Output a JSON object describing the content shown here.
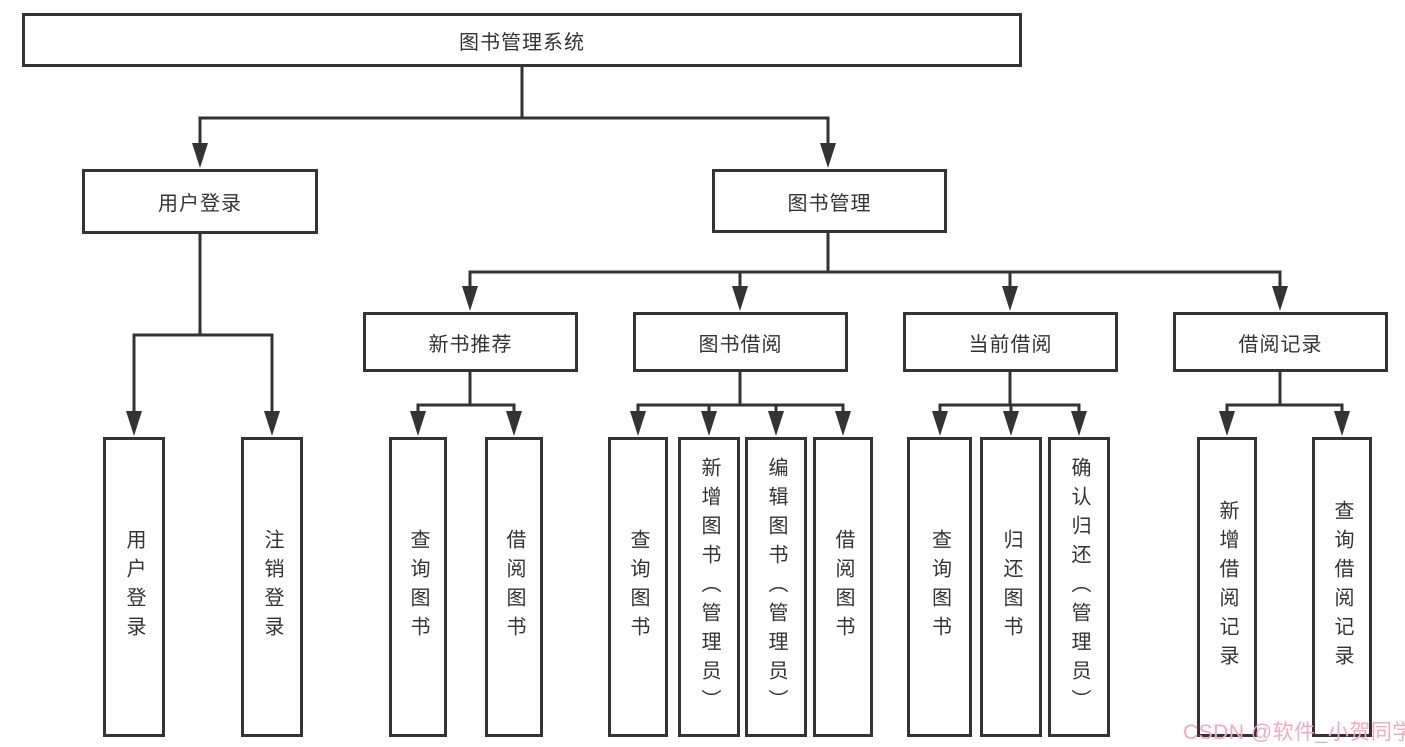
{
  "colors": {
    "line": "#333333",
    "box_border": "#333333",
    "text": "#333333",
    "background": "#ffffff",
    "watermark": "#f7a8bd"
  },
  "watermark": {
    "text": "CSDN @软件_小贺同学"
  },
  "tree": {
    "label": "图书管理系统",
    "children": [
      {
        "label": "用户登录",
        "children": [
          {
            "label": "用户登录"
          },
          {
            "label": "注销登录"
          }
        ]
      },
      {
        "label": "图书管理",
        "children": [
          {
            "label": "新书推荐",
            "children": [
              {
                "label": "查询图书"
              },
              {
                "label": "借阅图书"
              }
            ]
          },
          {
            "label": "图书借阅",
            "children": [
              {
                "label": "查询图书"
              },
              {
                "label": "新增图书（管理员）"
              },
              {
                "label": "编辑图书（管理员）"
              },
              {
                "label": "借阅图书"
              }
            ]
          },
          {
            "label": "当前借阅",
            "children": [
              {
                "label": "查询图书"
              },
              {
                "label": "归还图书"
              },
              {
                "label": "确认归还（管理员）"
              }
            ]
          },
          {
            "label": "借阅记录",
            "children": [
              {
                "label": "新增借阅记录"
              },
              {
                "label": "查询借阅记录"
              }
            ]
          }
        ]
      }
    ]
  }
}
